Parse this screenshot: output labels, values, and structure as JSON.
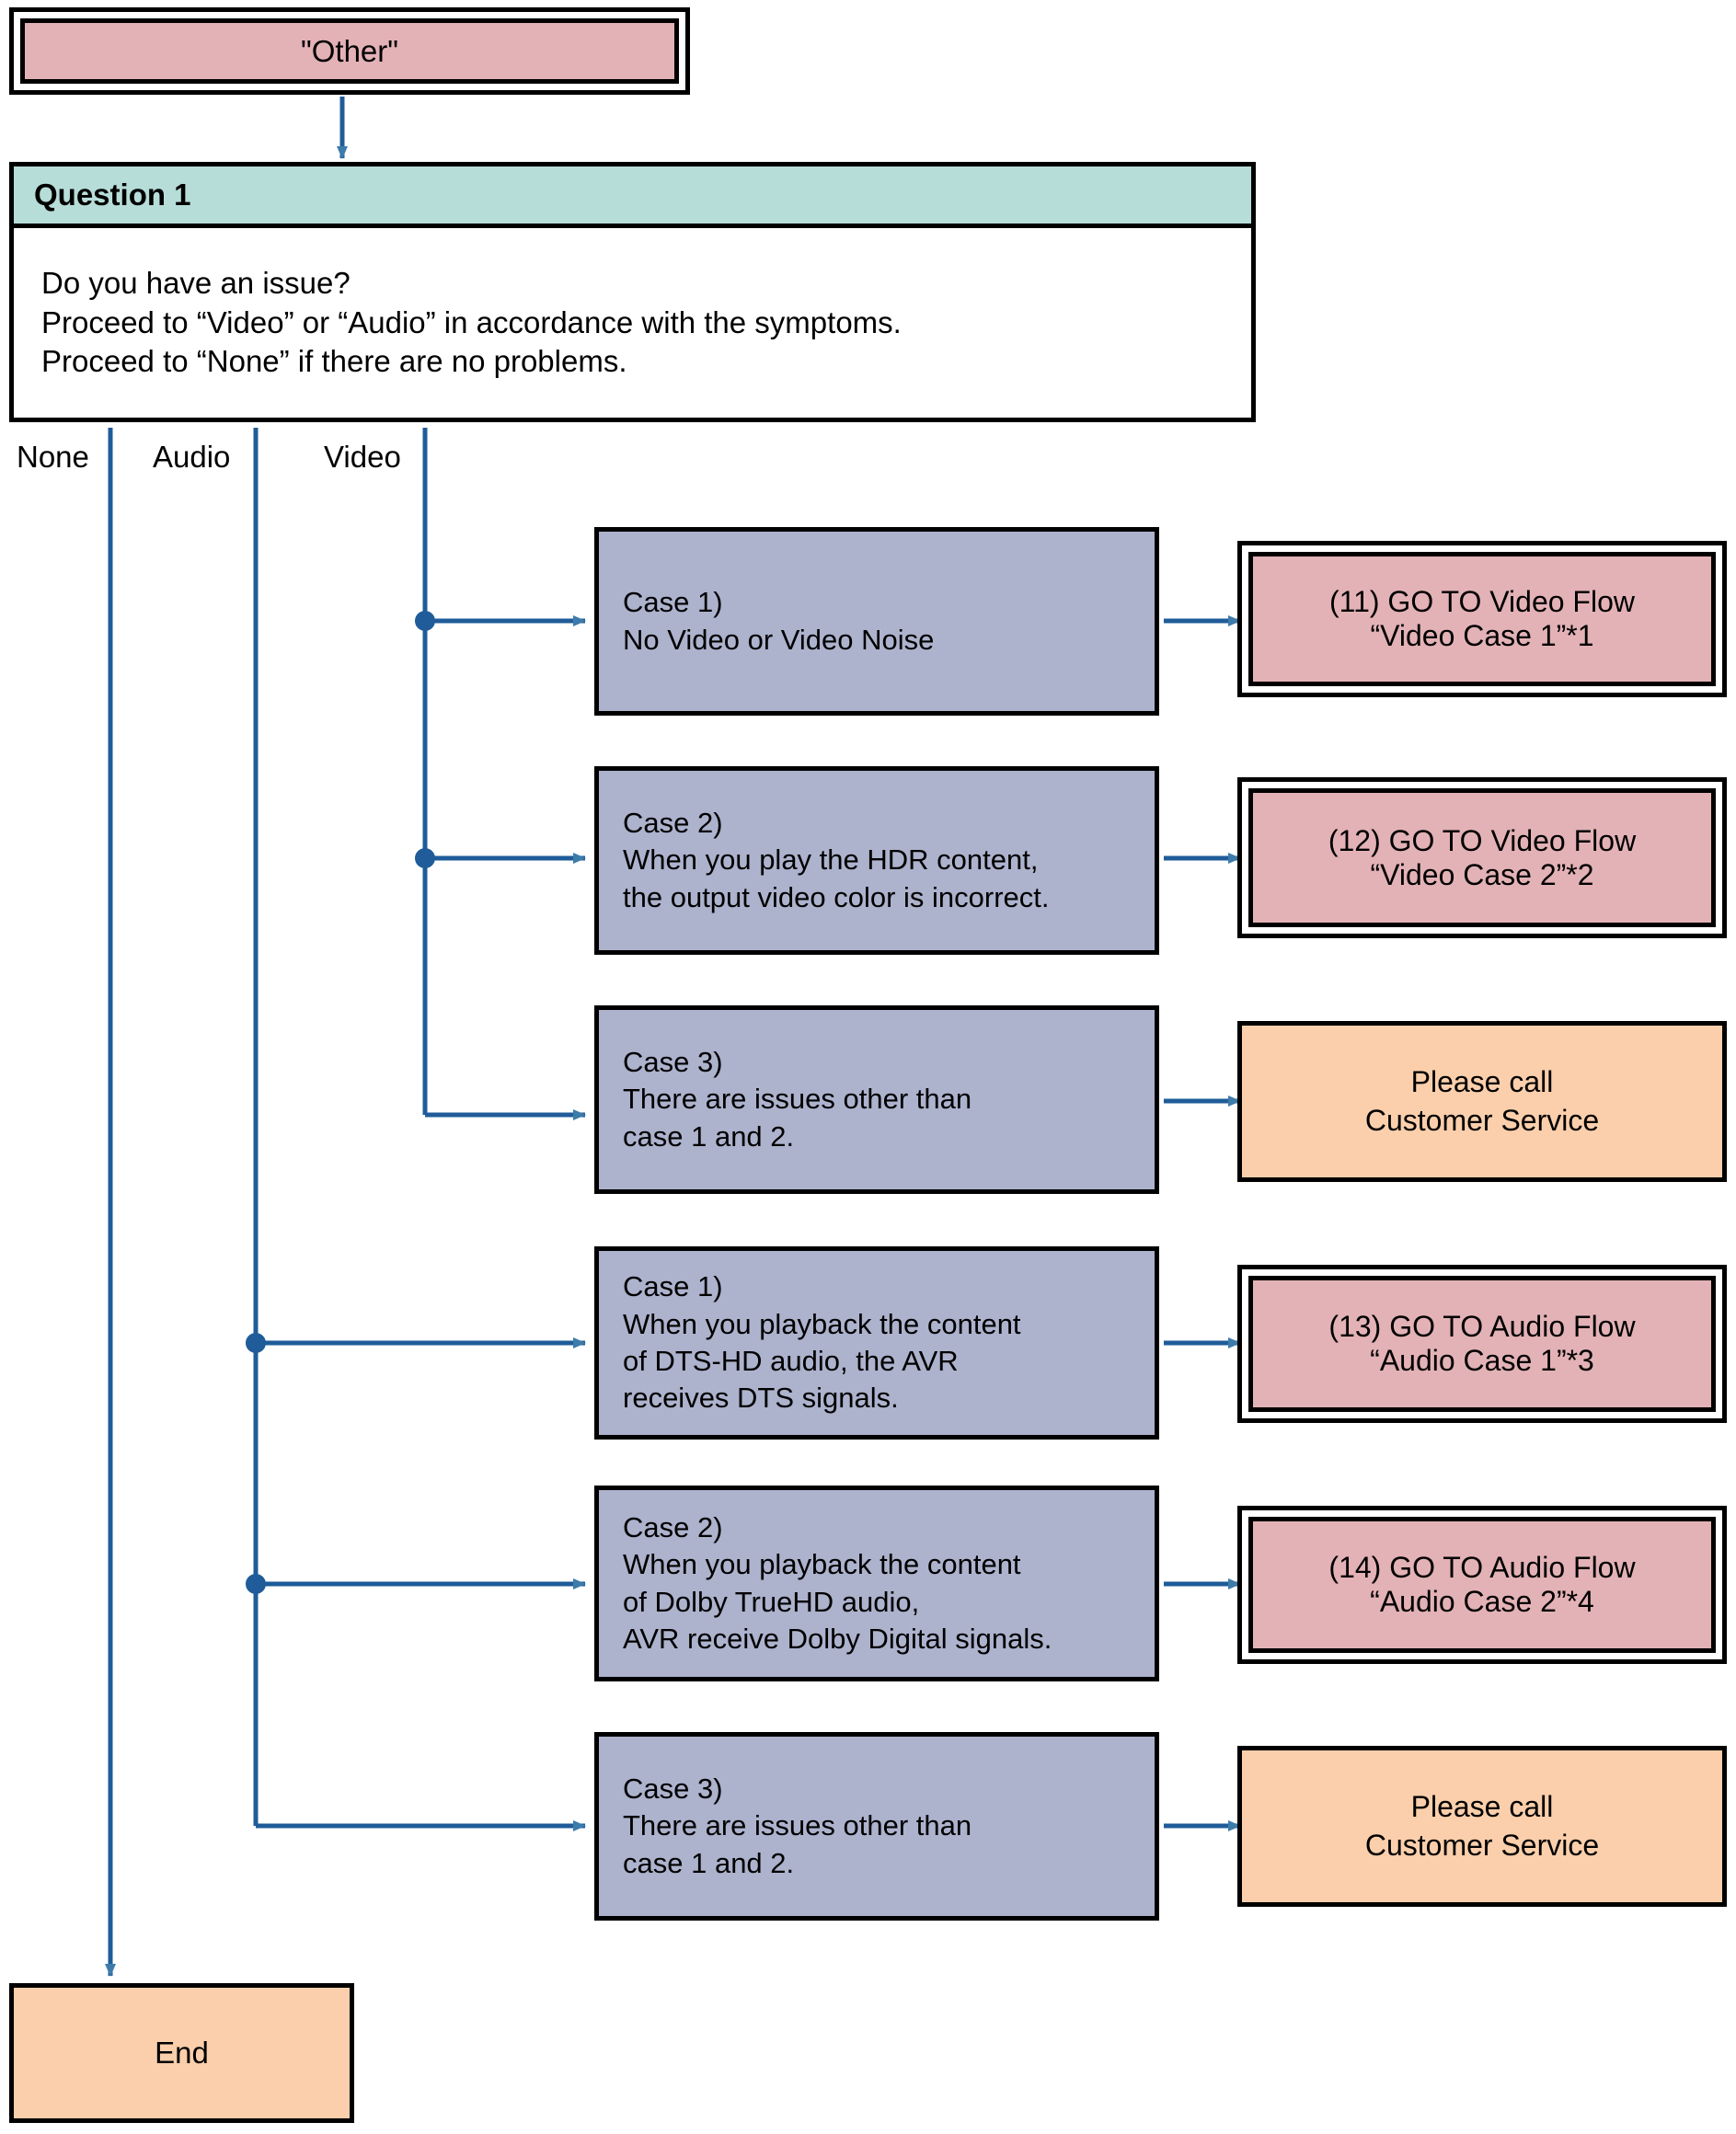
{
  "diagram": {
    "title_node": {
      "label": "\"Other\""
    },
    "question": {
      "header": "Question 1",
      "body_lines": [
        "Do you have an issue?",
        "Proceed to “Video” or “Audio” in accordance with the symptoms.",
        "Proceed to “None” if there are no problems."
      ]
    },
    "branches": [
      {
        "label": "None"
      },
      {
        "label": "Audio"
      },
      {
        "label": "Video"
      }
    ],
    "video_cases": [
      {
        "case_lines": [
          "Case 1)",
          "No Video or Video Noise"
        ],
        "result_lines": [
          "(11) GO TO Video Flow",
          "“Video Case 1”*1"
        ],
        "result_style": "pink"
      },
      {
        "case_lines": [
          "Case 2)",
          "When you play the HDR content,",
          "the output video color is incorrect."
        ],
        "result_lines": [
          "(12) GO TO Video Flow",
          "“Video Case 2”*2"
        ],
        "result_style": "pink"
      },
      {
        "case_lines": [
          "Case 3)",
          "There are issues other than",
          "case 1 and 2."
        ],
        "result_lines": [
          "Please call",
          "Customer Service"
        ],
        "result_style": "peach"
      }
    ],
    "audio_cases": [
      {
        "case_lines": [
          "Case 1)",
          "When you playback the content",
          "of DTS-HD audio, the AVR",
          "receives DTS signals."
        ],
        "result_lines": [
          "(13) GO TO Audio Flow",
          "“Audio Case 1”*3"
        ],
        "result_style": "pink"
      },
      {
        "case_lines": [
          "Case 2)",
          "When you playback the content",
          "of Dolby TrueHD audio,",
          "AVR receive Dolby Digital signals."
        ],
        "result_lines": [
          "(14) GO TO Audio Flow",
          "“Audio Case 2”*4"
        ],
        "result_style": "pink"
      },
      {
        "case_lines": [
          "Case 3)",
          "There are issues other than",
          "case 1 and 2."
        ],
        "result_lines": [
          "Please call",
          "Customer Service"
        ],
        "result_style": "peach"
      }
    ],
    "end_node": {
      "label": "End"
    },
    "colors": {
      "pink": "#e3b2b6",
      "teal": "#b7ddd9",
      "blue": "#adb2cd",
      "peach": "#fbcfab",
      "connector": "#1f5c99",
      "outline": "#000000"
    }
  }
}
